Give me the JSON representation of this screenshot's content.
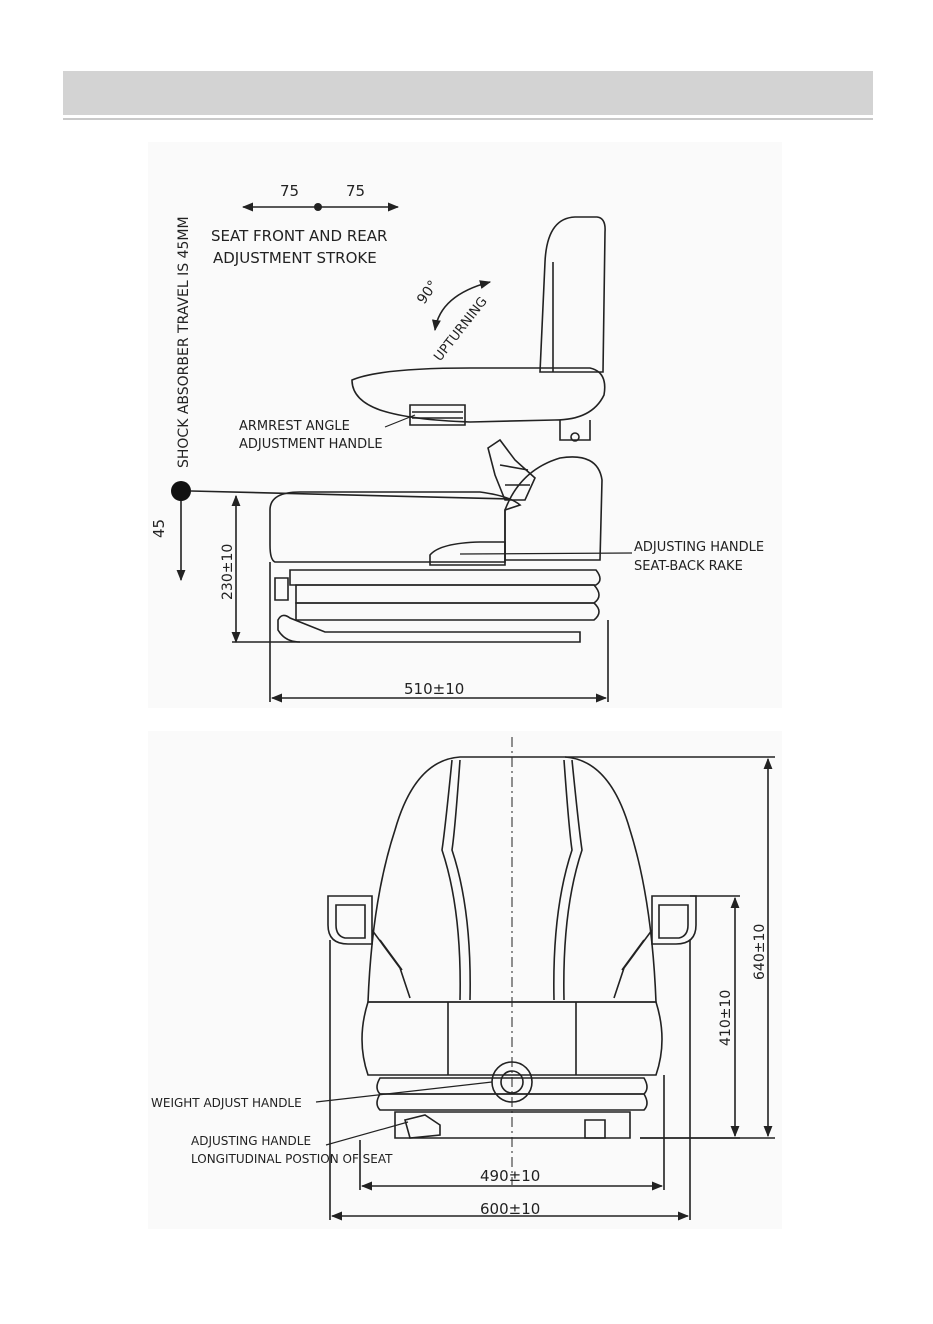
{
  "side_view": {
    "shock_travel": "SHOCK ABSORBER TRAVEL IS 45MM",
    "stroke_front": "75",
    "stroke_rear": "75",
    "stroke_label_1": "SEAT FRONT AND REAR",
    "stroke_label_2": "ADJUSTMENT STROKE",
    "angle": "90°",
    "upturning": "UPTURNING",
    "armrest_label_1": "ARMREST ANGLE",
    "armrest_label_2": "ADJUSTMENT HANDLE",
    "backrake_label_1": "ADJUSTING HANDLE",
    "backrake_label_2": "SEAT-BACK RAKE",
    "travel_value": "45",
    "height_dim": "230±10",
    "length_dim": "510±10"
  },
  "front_view": {
    "weight_label": "WEIGHT ADJUST HANDLE",
    "long_label_1": "ADJUSTING HANDLE",
    "long_label_2": "LONGITUDINAL POSTION OF SEAT",
    "inner_width_dim": "490±10",
    "outer_width_dim": "600±10",
    "armrest_height_dim": "410±10",
    "total_height_dim": "640±10"
  }
}
